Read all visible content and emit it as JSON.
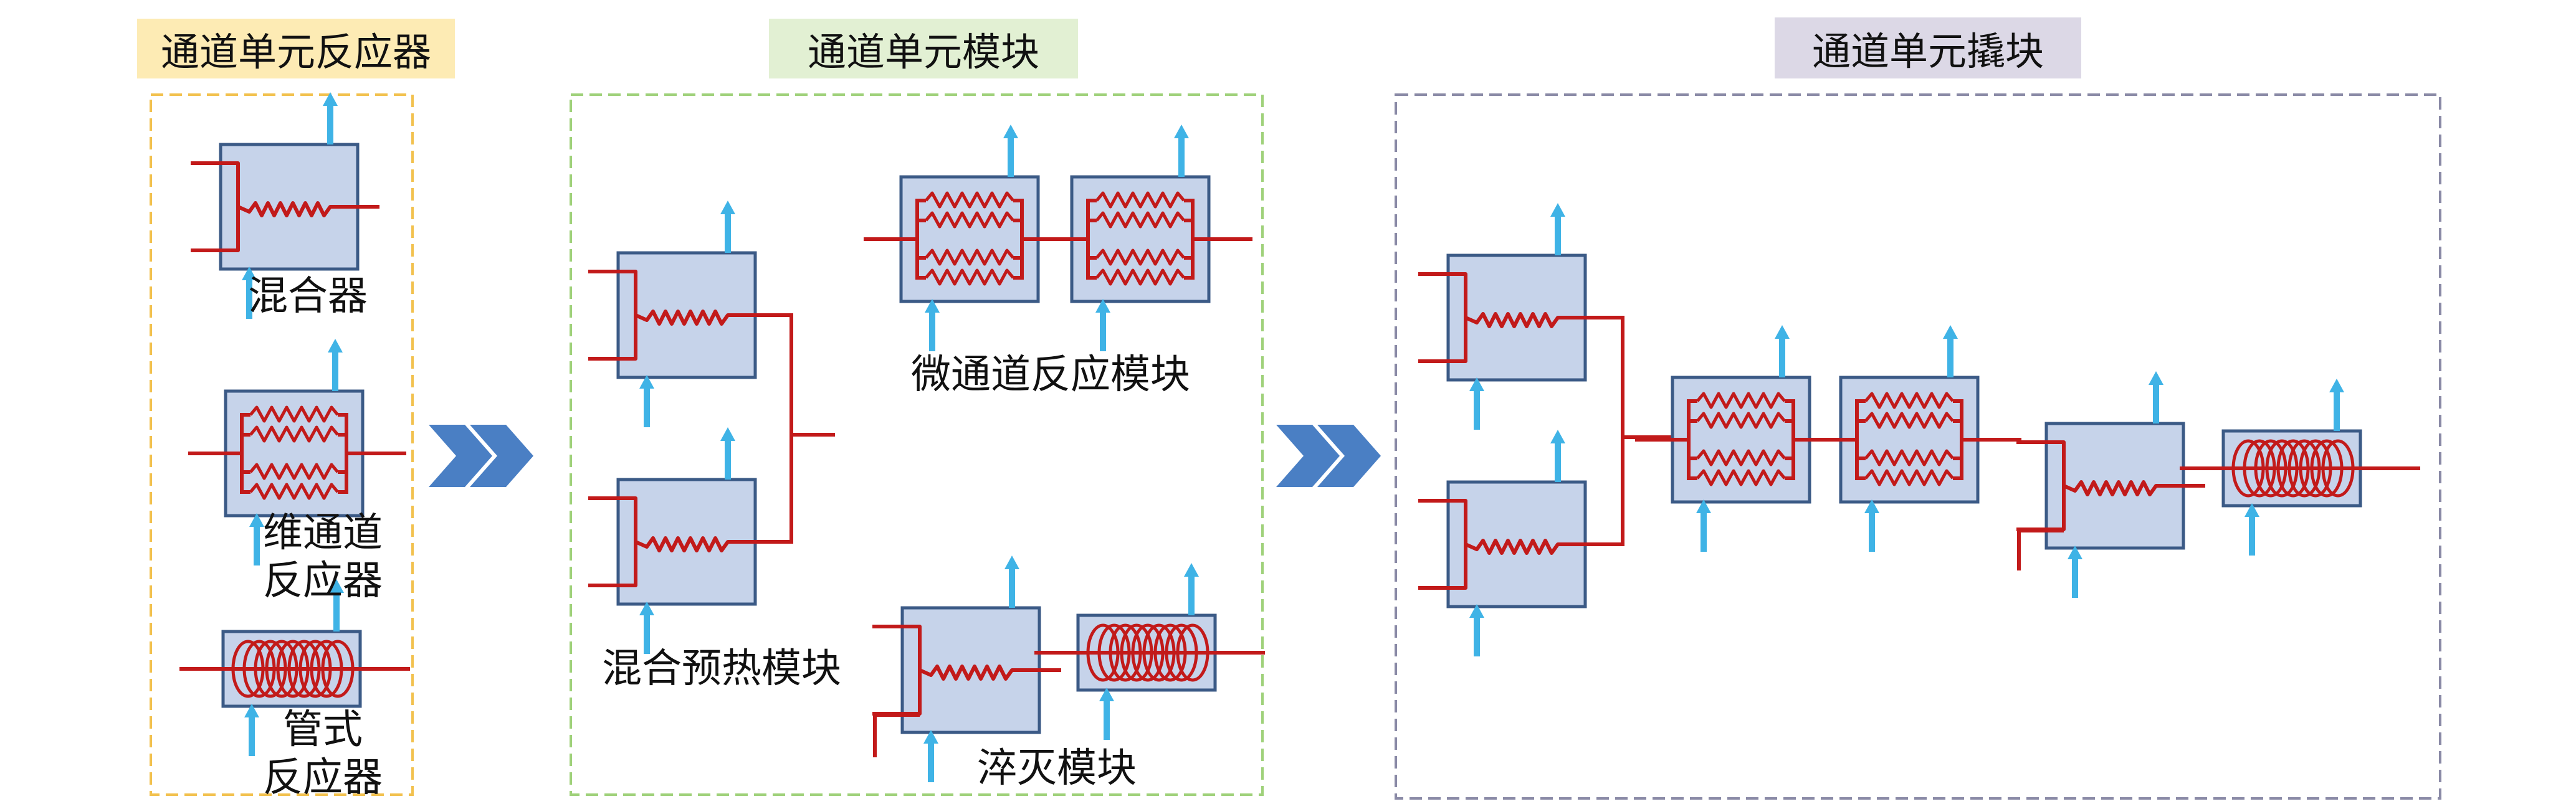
{
  "titles": {
    "reactors": "通道单元反应器",
    "modules": "通道单元模块",
    "assembly": "通道单元撬块"
  },
  "colors": {
    "box_fill": "#c6d3ea",
    "box_stroke": "#3b5a86",
    "flow_red": "#c21a1a",
    "coolant_blue": "#3fb3e6",
    "chevron_blue": "#4a7fc4",
    "title_bg_reactors": "#fdebb4",
    "title_bg_modules": "#e2f0d3",
    "title_bg_assembly": "#dcd8e6",
    "frame_reactors": "#f2c14e",
    "frame_modules": "#9fd17a",
    "frame_assembly": "#8a8aa6"
  },
  "labels": {
    "mixer": "混合器",
    "micro_line1": "维通道",
    "micro_line2": "反应器",
    "tube_line1": "管式",
    "tube_line2": "反应器",
    "micro_module": "微通道反应模块",
    "mix_preheat_module": "混合预热模块",
    "quench_module": "淬灭模块"
  }
}
